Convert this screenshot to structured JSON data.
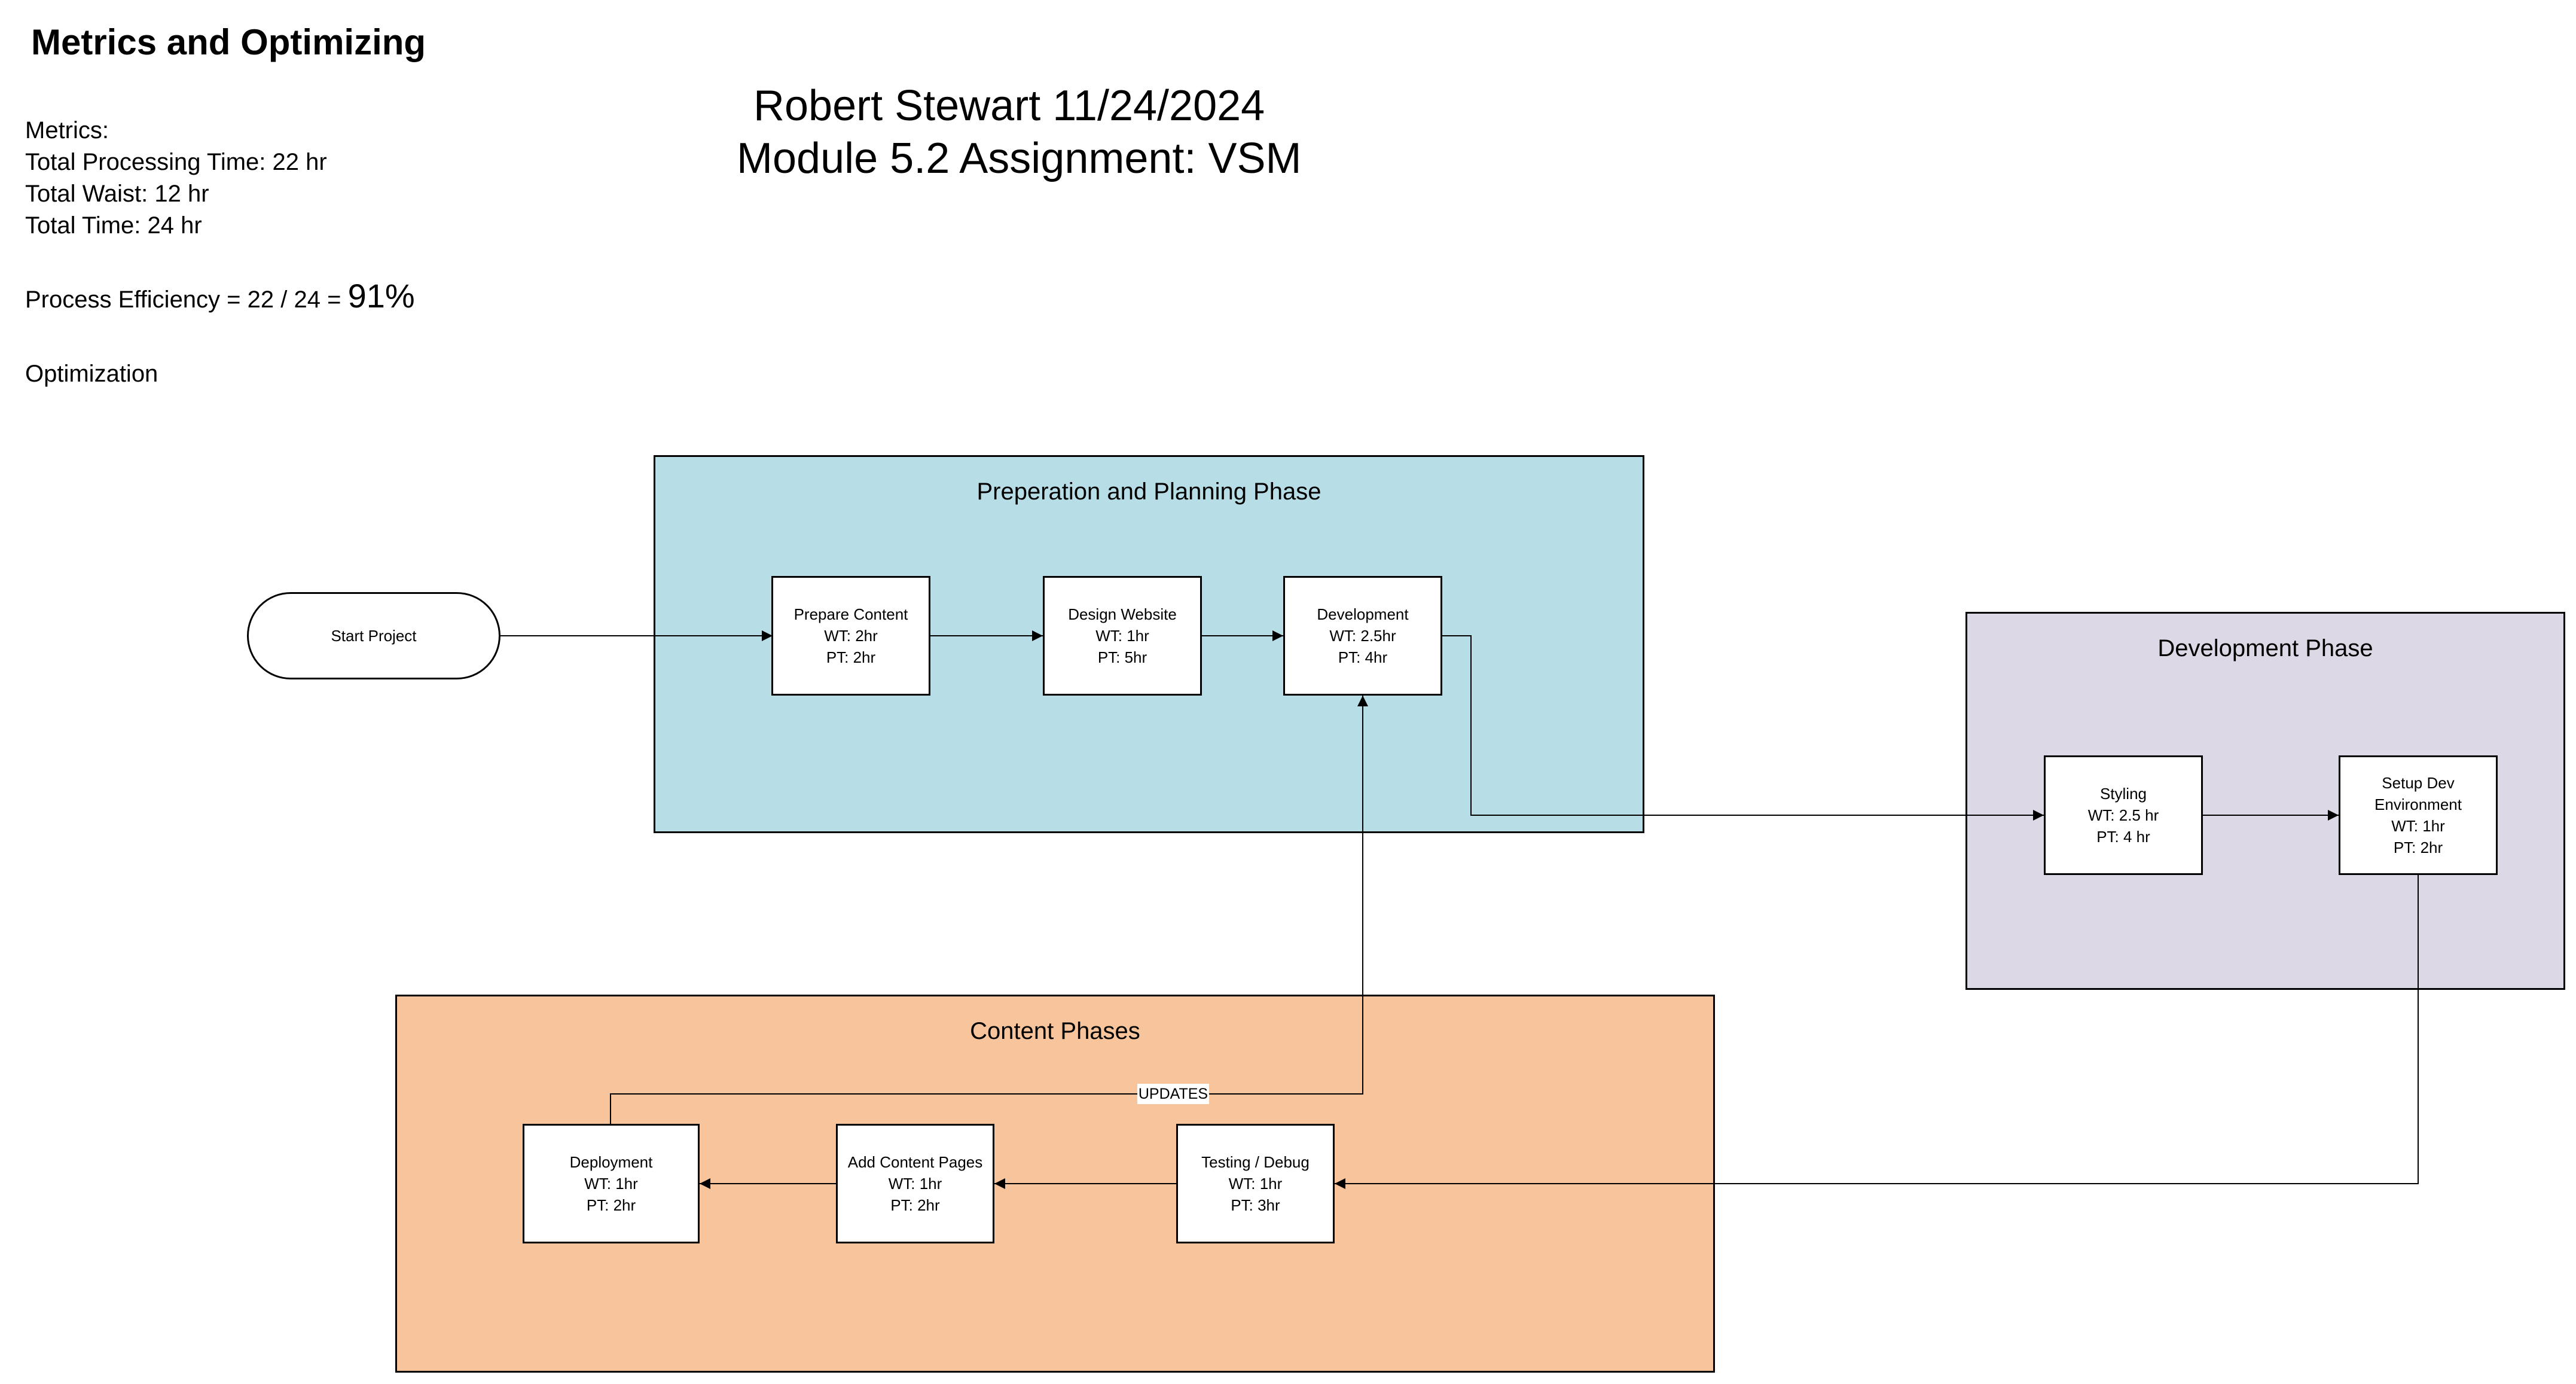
{
  "page": {
    "title": "Metrics and Optimizing"
  },
  "metrics": {
    "heading": "Metrics:",
    "processing_time": "Total Processing Time: 22 hr",
    "waist": "Total Waist: 12 hr",
    "total_time": "Total Time: 24 hr",
    "efficiency_prefix": "Process Efficiency = 22 / 24 = ",
    "efficiency_value": "91%",
    "optimization": "Optimization"
  },
  "header": {
    "author_date": "Robert Stewart    11/24/2024",
    "assignment": "Module 5.2  Assignment: VSM"
  },
  "colors": {
    "planning_phase": "#b7dde6",
    "development_phase": "#ddd8e5",
    "content_phase": "#f8c49b",
    "line": "#000000"
  },
  "start": {
    "label": "Start Project"
  },
  "phases": {
    "planning": {
      "label": "Preperation and Planning Phase",
      "steps": [
        {
          "name": "Prepare Content",
          "wt": "WT: 2hr",
          "pt": "PT: 2hr"
        },
        {
          "name": "Design Website",
          "wt": "WT: 1hr",
          "pt": "PT: 5hr"
        },
        {
          "name": "Development",
          "wt": "WT: 2.5hr",
          "pt": "PT: 4hr"
        }
      ]
    },
    "development": {
      "label": "Development Phase",
      "steps": [
        {
          "name": "Styling",
          "wt": "WT: 2.5  hr",
          "pt": "PT: 4 hr"
        },
        {
          "name": "Setup Dev",
          "name2": "Environment",
          "wt": "WT: 1hr",
          "pt": "PT: 2hr"
        }
      ]
    },
    "content": {
      "label": "Content Phases",
      "steps": [
        {
          "name": "Deployment",
          "wt": "WT: 1hr",
          "pt": "PT: 2hr"
        },
        {
          "name": "Add Content Pages",
          "wt": "WT: 1hr",
          "pt": "PT: 2hr"
        },
        {
          "name": "Testing / Debug",
          "wt": "WT: 1hr",
          "pt": "PT: 3hr"
        }
      ]
    }
  },
  "connectors": {
    "updates_label": "UPDATES"
  }
}
